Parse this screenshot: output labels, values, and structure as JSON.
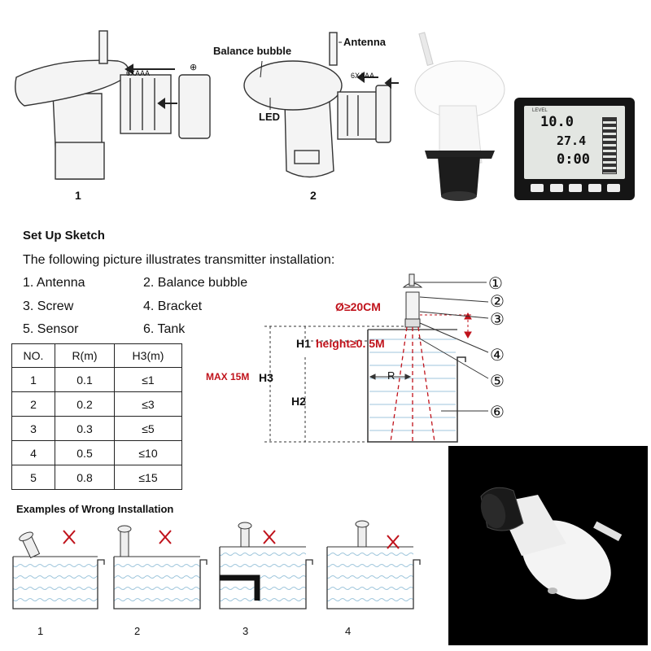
{
  "top_figure": {
    "fig1_label": "1",
    "fig2_label": "2",
    "battery_label_1": "6XAAA",
    "battery_label_2": "6XAAA",
    "plus_symbol": "⊕",
    "balance_bubble": "Balance bubble",
    "antenna": "Antenna",
    "led": "LED"
  },
  "display": {
    "top_text": "LEVEL",
    "reading_1": "10.0",
    "reading_2": "27.4",
    "reading_3": "0:00"
  },
  "setup": {
    "title": "Set Up Sketch",
    "subtitle": "The following picture illustrates transmitter installation:",
    "items": [
      "1. Antenna",
      "2. Balance bubble",
      "3. Screw",
      "4. Bracket",
      "5. Sensor",
      "6. Tank"
    ]
  },
  "table": {
    "headers": [
      "NO.",
      "R(m)",
      "H3(m)"
    ],
    "rows": [
      [
        "1",
        "0.1",
        "≤1"
      ],
      [
        "2",
        "0.2",
        "≤3"
      ],
      [
        "3",
        "0.3",
        "≤5"
      ],
      [
        "4",
        "0.5",
        "≤10"
      ],
      [
        "5",
        "0.8",
        "≤15"
      ]
    ]
  },
  "diagram": {
    "diameter": "Ø≥20CM",
    "h1": "H1",
    "height_note": "height≥0. 5M",
    "max": "MAX 15M",
    "h3": "H3",
    "h2": "H2",
    "r": "R",
    "callouts": [
      "①",
      "②",
      "③",
      "④",
      "⑤",
      "⑥"
    ]
  },
  "wrong": {
    "title": "Examples of Wrong Installation",
    "labels": [
      "1",
      "2",
      "3",
      "4"
    ]
  },
  "colors": {
    "accent_red": "#c0121b",
    "water_blue": "#9fc6dc"
  }
}
